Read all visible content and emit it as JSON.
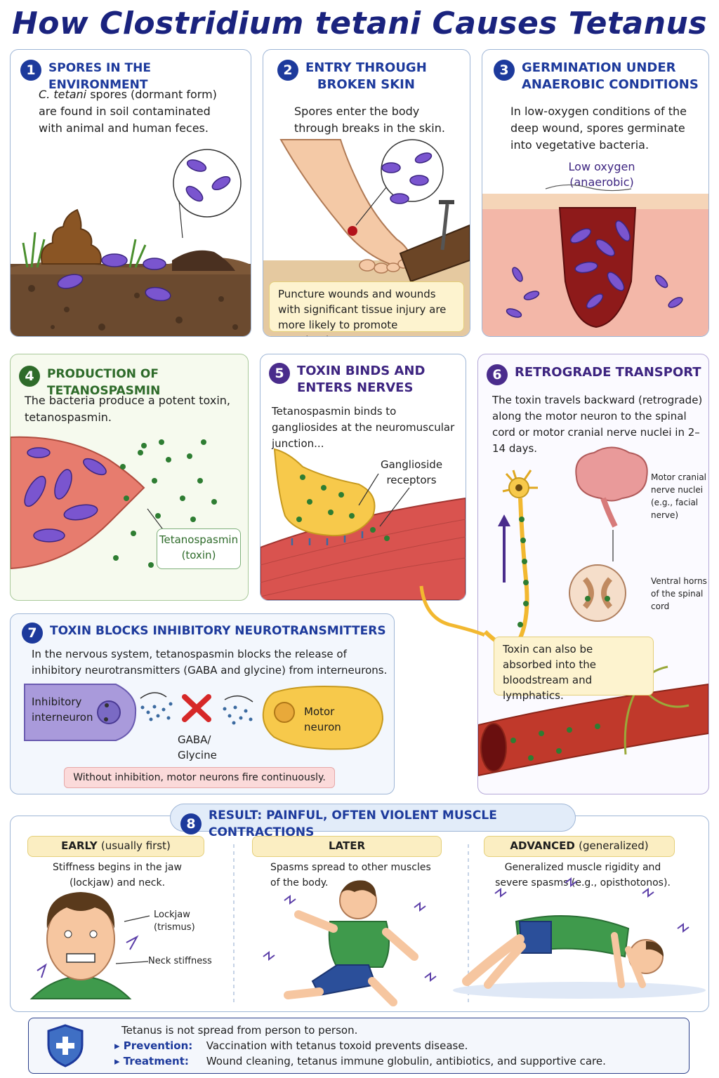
{
  "title": "How Clostridium tetani Causes Tetanus",
  "panel1": {
    "num": "1",
    "heading": "SPORES IN THE ENVIRONMENT",
    "italic": "C. tetani",
    "text": " spores (dormant form) are found in soil contaminated with animal and human feces."
  },
  "panel2": {
    "num": "2",
    "heading_line1": "ENTRY THROUGH",
    "heading_line2": "BROKEN SKIN",
    "text": "Spores enter the body through breaks in the skin.",
    "note": "Puncture wounds and wounds with significant tissue injury are more likely to promote germination."
  },
  "panel3": {
    "num": "3",
    "heading_line1": "GERMINATION UNDER",
    "heading_line2": "ANAEROBIC CONDITIONS",
    "text": "In low-oxygen conditions of the deep wound, spores germinate into vegetative bacteria.",
    "label_line1": "Low oxygen",
    "label_line2": "(anaerobic)"
  },
  "panel4": {
    "num": "4",
    "heading": "PRODUCTION OF TETANOSPASMIN",
    "text": "The bacteria produce a potent toxin, tetanospasmin.",
    "label_line1": "Tetanospasmin",
    "label_line2": "(toxin)"
  },
  "panel5": {
    "num": "5",
    "heading_line1": "TOXIN BINDS AND",
    "heading_line2": "ENTERS NERVES",
    "text": "Tetanospasmin binds to gangliosides at the neuromuscular junction...",
    "label_line1": "Ganglioside",
    "label_line2": "receptors"
  },
  "panel6": {
    "num": "6",
    "heading": "RETROGRADE TRANSPORT",
    "text": "The toxin travels backward (retrograde) along the motor neuron to the spinal cord or motor cranial nerve nuclei in 2–14 days.",
    "label_brain_1": "Motor cranial",
    "label_brain_2": "nerve nuclei",
    "label_brain_3": "(e.g., facial",
    "label_brain_4": "nerve)",
    "label_cord_1": "Ventral horns",
    "label_cord_2": "of the spinal",
    "label_cord_3": "cord",
    "note": "Toxin can also be absorbed into the bloodstream and lymphatics."
  },
  "panel7": {
    "num": "7",
    "heading": "TOXIN BLOCKS INHIBITORY NEUROTRANSMITTERS",
    "text": "In the nervous system, tetanospasmin blocks the release of inhibitory neurotransmitters (GABA and glycine) from interneurons.",
    "label_inter_1": "Inhibitory",
    "label_inter_2": "interneuron",
    "label_motor_1": "Motor",
    "label_motor_2": "neuron",
    "label_gaba_1": "GABA/",
    "label_gaba_2": "Glycine",
    "warning": "Without inhibition, motor neurons fire continuously."
  },
  "panel8": {
    "num": "8",
    "heading": "RESULT: PAINFUL, OFTEN VIOLENT MUSCLE CONTRACTIONS",
    "early_title": "EARLY",
    "early_sub": "(usually first)",
    "early_text": "Stiffness begins in the jaw (lockjaw) and neck.",
    "lockjaw_1": "Lockjaw",
    "lockjaw_2": "(trismus)",
    "neck": "Neck stiffness",
    "later_title": "LATER",
    "later_text": "Spasms spread to other muscles of the body.",
    "adv_title": "ADVANCED",
    "adv_sub": "(generalized)",
    "adv_text": "Generalized muscle rigidity and severe spasms (e.g., opisthotonos)."
  },
  "footer": {
    "line1": "Tetanus is not spread from person to person.",
    "prev_label": "Prevention:",
    "prev_text": "Vaccination with tetanus toxoid prevents disease.",
    "treat_label": "Treatment:",
    "treat_text": "Wound cleaning, tetanus immune globulin, antibiotics, and supportive care."
  },
  "colors": {
    "navy": "#1a237e",
    "spore": "#6a4cc0",
    "toxin": "#2e7d32",
    "muscle": "#d9534f"
  }
}
